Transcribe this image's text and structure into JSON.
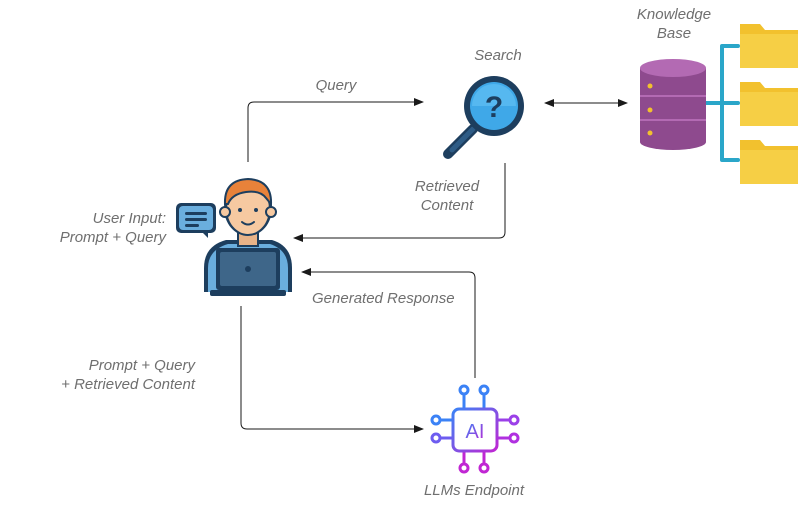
{
  "labels": {
    "search": "Search",
    "knowledge_base_line1": "Knowledge",
    "knowledge_base_line2": "Base",
    "query": "Query",
    "retrieved_line1": "Retrieved",
    "retrieved_line2": "Content",
    "user_input_line1": "User Input:",
    "user_input_line2": "Prompt + Query",
    "generated_response": "Generated Response",
    "prompt_line1": "Prompt + Query",
    "prompt_line2": "+ Retrieved Content",
    "llm_endpoint": "LLMs Endpoint"
  },
  "icons": {
    "search": "search-magnifier-icon",
    "knowledge_base": "database-folders-icon",
    "user": "user-laptop-icon",
    "llm": "ai-chip-icon"
  },
  "colors": {
    "label_text": "#6f6f6f",
    "arrow": "#1a1a1a",
    "magnifier_blue": "#2f94d6",
    "magnifier_ring": "#1d3e5e",
    "database_purple": "#9a4f9a",
    "folder_yellow": "#f2c12e",
    "tree_line": "#2aa6c9",
    "shirt_blue": "#6aaede",
    "skin": "#f6c9a1",
    "hair": "#e8823a",
    "laptop": "#3e6689",
    "ai_blue": "#3b82f6",
    "ai_purple": "#c026d3"
  }
}
